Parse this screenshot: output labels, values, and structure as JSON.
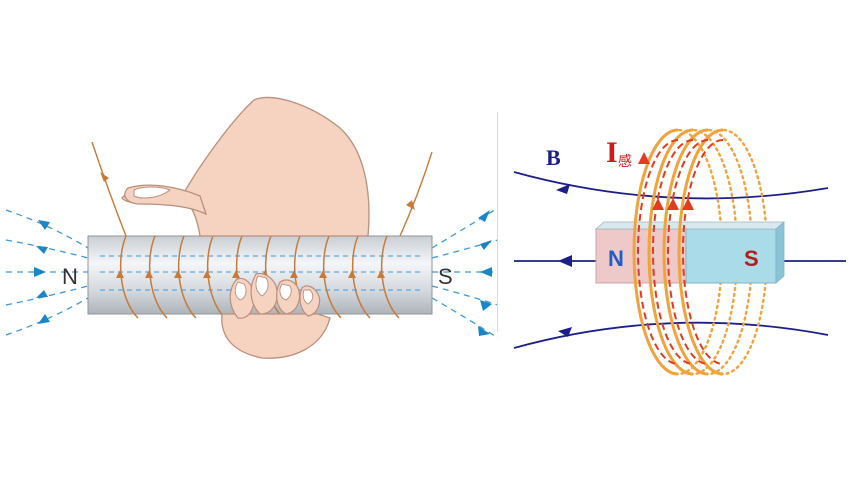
{
  "left_diagram": {
    "pole_north": "N",
    "pole_south": "S"
  },
  "right_diagram": {
    "field_label": "B",
    "current_label_main": "I",
    "current_label_sub": "感",
    "magnet_north": "N",
    "magnet_south": "S"
  },
  "colors": {
    "field_line_dashed": "#3a9ad9",
    "field_arrow": "#1a86c7",
    "coil_wire": "#d08a4a",
    "rod_fill": "#dfe3e6",
    "skin": "#f6d2c0",
    "field_line_solid": "#1b1f8a",
    "current_label": "#d21a1a",
    "ring_orange": "#f2a23a",
    "ring_red": "#e23b1f",
    "magnet_n_fill": "#eec9c9",
    "magnet_s_fill": "#a9dbe8",
    "magnet_n_text": "#1f5ec7",
    "magnet_s_text": "#b21e1e"
  }
}
